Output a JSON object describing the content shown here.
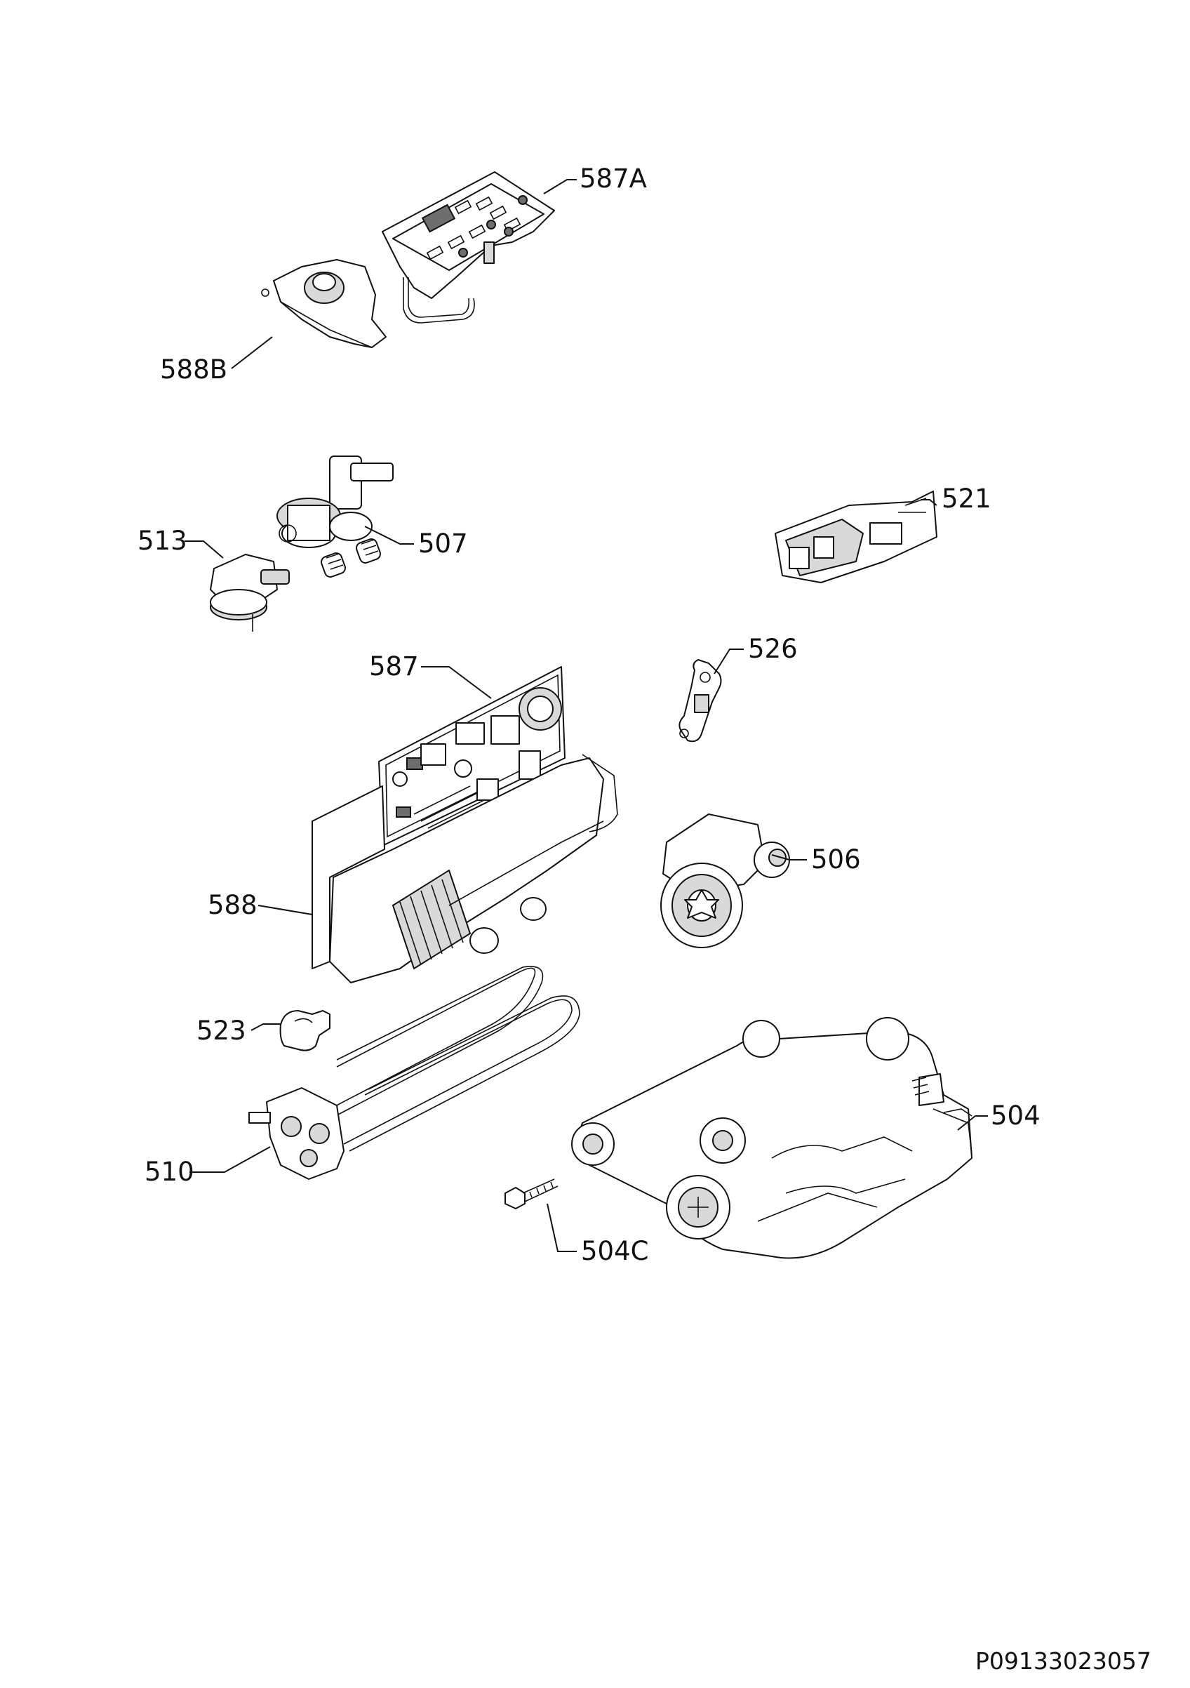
{
  "parts": [
    {
      "id": "587A",
      "label": "587A"
    },
    {
      "id": "588B",
      "label": "588B"
    },
    {
      "id": "513",
      "label": "513"
    },
    {
      "id": "507",
      "label": "507"
    },
    {
      "id": "521",
      "label": "521"
    },
    {
      "id": "526",
      "label": "526"
    },
    {
      "id": "587",
      "label": "587"
    },
    {
      "id": "588",
      "label": "588"
    },
    {
      "id": "506",
      "label": "506"
    },
    {
      "id": "523",
      "label": "523"
    },
    {
      "id": "504",
      "label": "504"
    },
    {
      "id": "510",
      "label": "510"
    },
    {
      "id": "504C",
      "label": "504C"
    }
  ],
  "document_id": "P09133023057"
}
